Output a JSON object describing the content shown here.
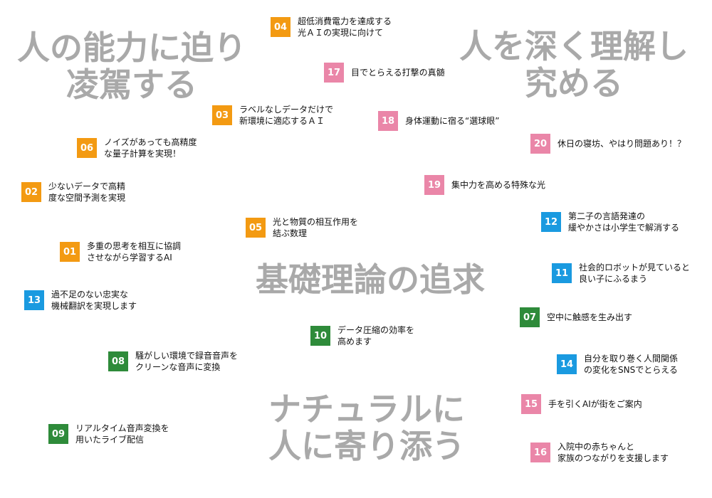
{
  "colors": {
    "orange": "#f39a12",
    "green": "#2e8b3a",
    "blue": "#1a9ae0",
    "pink": "#ea86a8",
    "heading_gray": "#a9a9a9"
  },
  "headings": {
    "top_left": [
      "人の能力に迫り",
      "凌駕する"
    ],
    "top_right": [
      "人を深く理解し",
      "究める"
    ],
    "center": [
      "基礎理論の追求"
    ],
    "bottom": [
      "ナチュラルに",
      "人に寄り添う"
    ]
  },
  "items": [
    {
      "num": "04",
      "color": "orange",
      "lines": [
        "超低消費電力を達成する",
        "光ＡＩの実現に向けて"
      ]
    },
    {
      "num": "17",
      "color": "pink",
      "lines": [
        "目でとらえる打撃の真髄"
      ]
    },
    {
      "num": "03",
      "color": "orange",
      "lines": [
        "ラベルなしデータだけで",
        "新環境に適応するＡＩ"
      ]
    },
    {
      "num": "18",
      "color": "pink",
      "lines": [
        "身体運動に宿る“選球眼”"
      ]
    },
    {
      "num": "06",
      "color": "orange",
      "lines": [
        "ノイズがあっても高精度",
        "な量子計算を実現！"
      ]
    },
    {
      "num": "20",
      "color": "pink",
      "lines": [
        "休日の寝坊、やはり問題あり！？"
      ]
    },
    {
      "num": "02",
      "color": "orange",
      "lines": [
        "少ないデータで高精",
        "度な空間予測を実現"
      ]
    },
    {
      "num": "19",
      "color": "pink",
      "lines": [
        "集中力を高める特殊な光"
      ]
    },
    {
      "num": "12",
      "color": "blue",
      "lines": [
        "第二子の言語発達の",
        "緩やかさは小学生で解消する"
      ]
    },
    {
      "num": "05",
      "color": "orange",
      "lines": [
        "光と物質の相互作用を",
        "結ぶ数理"
      ]
    },
    {
      "num": "01",
      "color": "orange",
      "lines": [
        "多重の思考を相互に協調",
        "させながら学習するAI"
      ]
    },
    {
      "num": "11",
      "color": "blue",
      "lines": [
        "社会的ロボットが見ていると",
        "良い子にふるまう"
      ]
    },
    {
      "num": "13",
      "color": "blue",
      "lines": [
        "過不足のない忠実な",
        "機械翻訳を実現します"
      ]
    },
    {
      "num": "07",
      "color": "green",
      "lines": [
        "空中に触感を生み出す"
      ]
    },
    {
      "num": "10",
      "color": "green",
      "lines": [
        "データ圧縮の効率を",
        "高めます"
      ]
    },
    {
      "num": "08",
      "color": "green",
      "lines": [
        "騒がしい環境で録音音声を",
        "クリーンな音声に変換"
      ]
    },
    {
      "num": "14",
      "color": "blue",
      "lines": [
        "自分を取り巻く人間関係",
        "の変化をSNSでとらえる"
      ]
    },
    {
      "num": "15",
      "color": "pink",
      "lines": [
        "手を引くAIが街をご案内"
      ]
    },
    {
      "num": "09",
      "color": "green",
      "lines": [
        "リアルタイム音声変換を",
        "用いたライブ配信"
      ]
    },
    {
      "num": "16",
      "color": "pink",
      "lines": [
        "入院中の赤ちゃんと",
        "家族のつながりを支援します"
      ]
    }
  ]
}
